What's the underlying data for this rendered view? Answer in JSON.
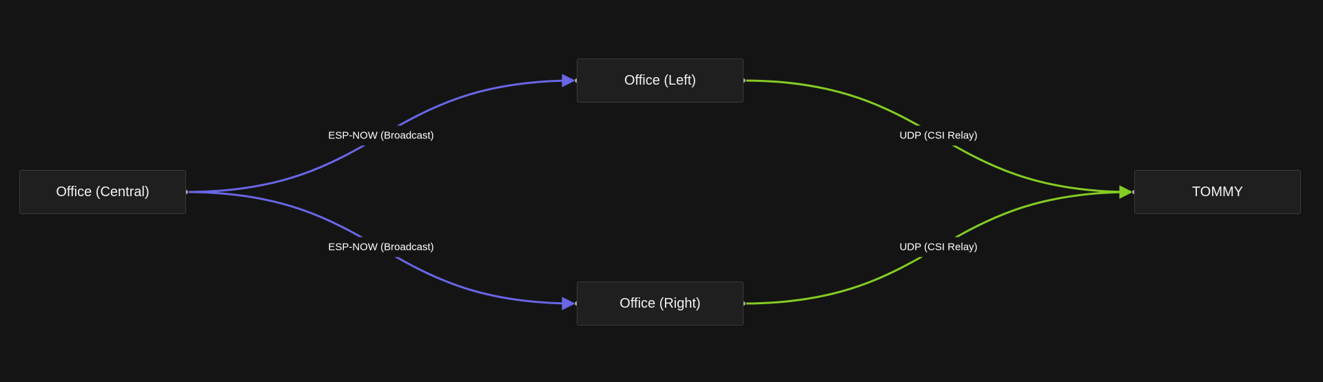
{
  "colors": {
    "background": "#141414",
    "node_fill": "#1f1f1f",
    "node_border": "#3a3a3a",
    "broadcast_edge": "#6a66e6",
    "relay_edge": "#84cc24"
  },
  "nodes": {
    "central": {
      "label": "Office (Central)"
    },
    "left": {
      "label": "Office (Left)"
    },
    "right": {
      "label": "Office (Right)"
    },
    "tommy": {
      "label": "TOMMY"
    }
  },
  "edges": [
    {
      "from": "central",
      "to": "left",
      "label": "ESP-NOW (Broadcast)",
      "kind": "broadcast_edge"
    },
    {
      "from": "central",
      "to": "right",
      "label": "ESP-NOW (Broadcast)",
      "kind": "broadcast_edge"
    },
    {
      "from": "left",
      "to": "tommy",
      "label": "UDP (CSI Relay)",
      "kind": "relay_edge"
    },
    {
      "from": "right",
      "to": "tommy",
      "label": "UDP (CSI Relay)",
      "kind": "relay_edge"
    }
  ]
}
